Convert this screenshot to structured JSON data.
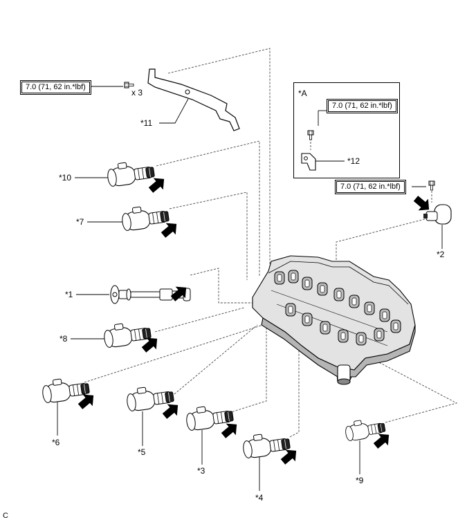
{
  "torque_spec": "7.0 (71, 62 in.*lbf)",
  "bolt_quantity": "x 3",
  "detail_label": "*A",
  "corner_code": "C",
  "callouts": {
    "c1": "*1",
    "c2": "*2",
    "c3": "*3",
    "c4": "*4",
    "c5": "*5",
    "c6": "*6",
    "c7": "*7",
    "c8": "*8",
    "c9": "*9",
    "c10": "*10",
    "c11": "*11",
    "c12": "*12"
  }
}
